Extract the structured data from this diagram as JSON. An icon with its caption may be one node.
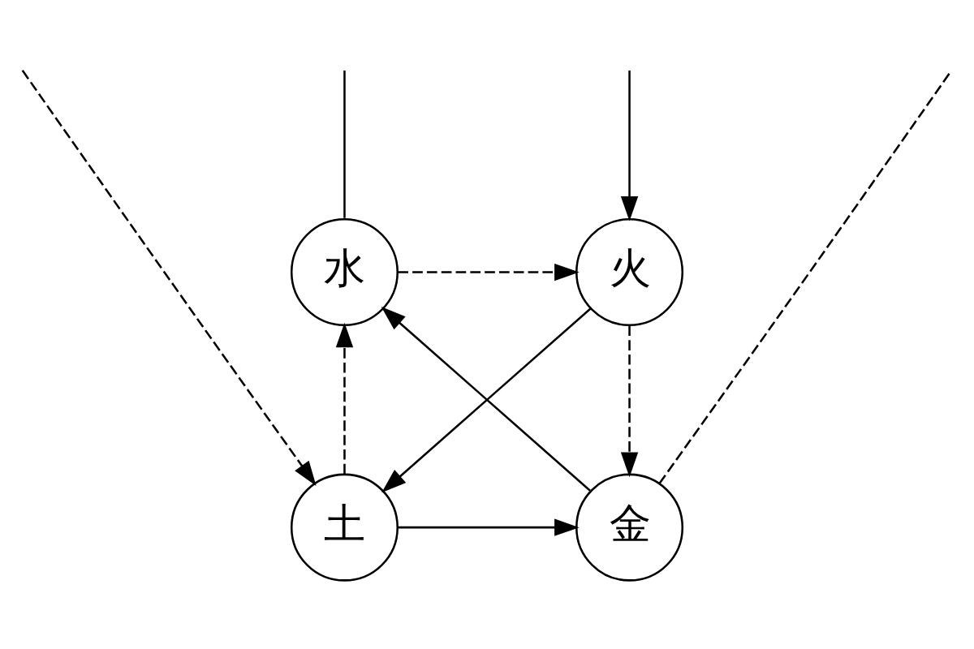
{
  "diagram": {
    "nodes": [
      {
        "text": [
          "水"
        ]
      },
      {
        "text": [
          "火"
        ]
      },
      {
        "text": [
          "金"
        ]
      },
      {
        "text": [
          "土"
        ]
      }
    ],
    "edges": [
      {
        "from": null,
        "to": 1,
        "arrow": "to"
      },
      {
        "from": 0,
        "to": null,
        "arrow": "none"
      },
      {
        "from": 0,
        "to": 1,
        "arrow": "to",
        "style": "dashed"
      },
      {
        "from": 1,
        "to": 2,
        "arrow": "to",
        "style": "dashed"
      },
      {
        "from": 3,
        "to": 0,
        "arrow": "to",
        "style": "dashed"
      },
      {
        "from": 2,
        "to": 0,
        "arrow": "to"
      },
      {
        "from": 1,
        "to": 3,
        "arrow": "to"
      },
      {
        "from": 3,
        "to": 2,
        "arrow": "to"
      },
      {
        "from": null,
        "to": 3,
        "arrow": "to",
        "style": "dashed"
      },
      {
        "from": 2,
        "to": null,
        "arrow": "none",
        "style": "dashed"
      }
    ]
  }
}
